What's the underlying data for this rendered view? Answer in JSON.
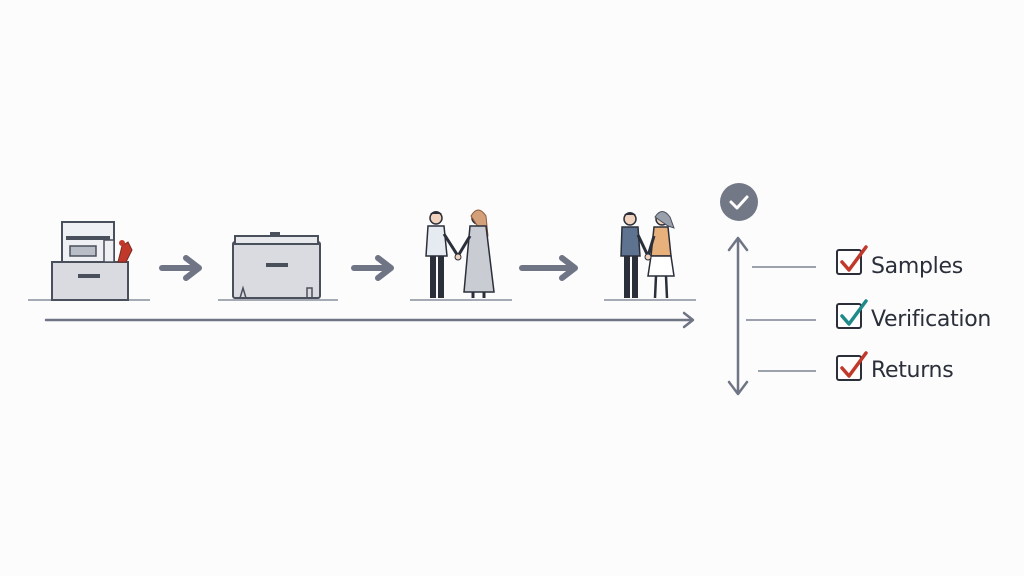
{
  "checklist": {
    "items": [
      {
        "label": "Samples",
        "check_color": "#c0392b"
      },
      {
        "label": "Verification",
        "check_color": "#1f8a8a"
      },
      {
        "label": "Returns",
        "check_color": "#c0392b"
      }
    ]
  },
  "icons": [
    "office-desk-icon",
    "storage-box-icon",
    "handshake-icon",
    "handshake-icon",
    "check-circle-icon"
  ],
  "colors": {
    "arrow": "#6f7585",
    "line": "#7d8391",
    "box_fill": "#d9dbe0",
    "box_stroke": "#4a4f5c",
    "accent_red": "#c0392b",
    "accent_teal": "#1f8a8a",
    "badge": "#737887"
  }
}
